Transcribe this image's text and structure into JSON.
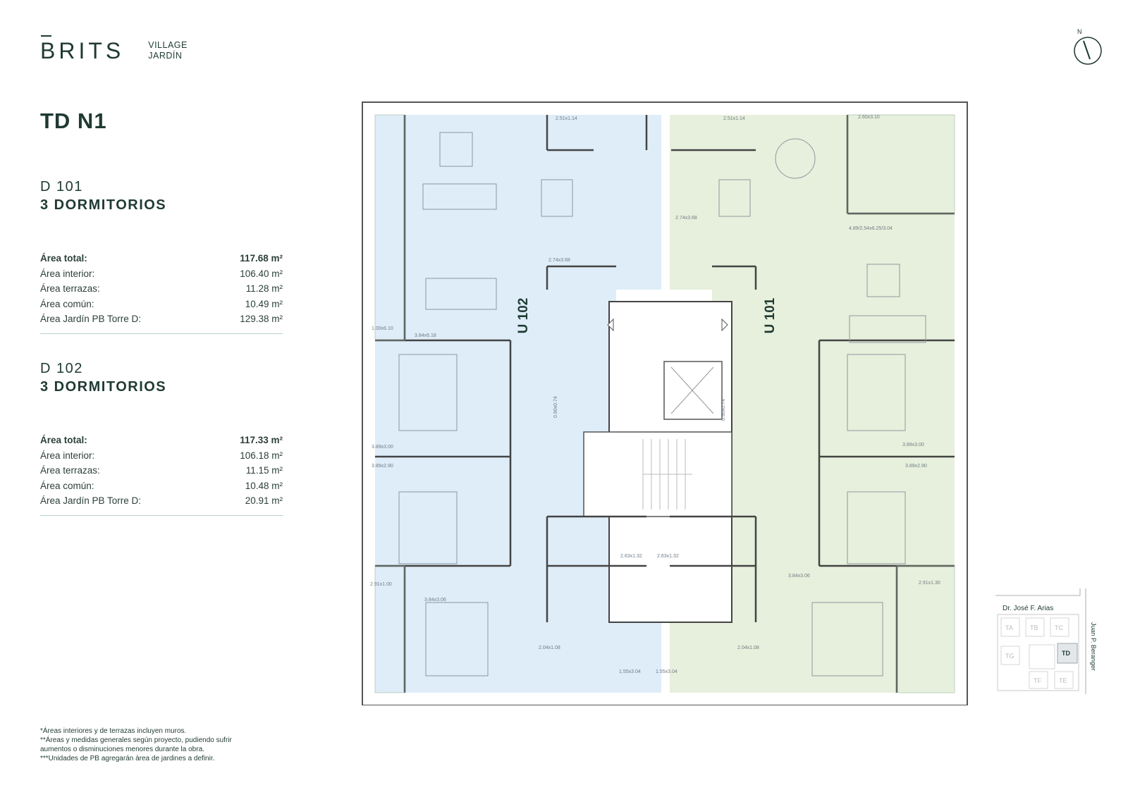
{
  "brand": {
    "name": "BRITS",
    "sub_line1": "VILLAGE",
    "sub_line2": "JARDÍN",
    "logo_color": "#1f3a33"
  },
  "compass": {
    "label": "N"
  },
  "page_title": "TD N1",
  "units": [
    {
      "name": "D 101",
      "rooms": "3 DORMITORIOS",
      "rows": [
        {
          "label": "Área total:",
          "value": "117.68 m²"
        },
        {
          "label": "Área interior:",
          "value": "106.40 m²"
        },
        {
          "label": "Área terrazas:",
          "value": "11.28 m²"
        },
        {
          "label": "Área común:",
          "value": "10.49 m²"
        },
        {
          "label": "Área Jardín PB Torre D:",
          "value": "129.38 m²"
        }
      ]
    },
    {
      "name": "D 102",
      "rooms": "3 DORMITORIOS",
      "rows": [
        {
          "label": "Área total:",
          "value": "117.33 m²"
        },
        {
          "label": "Área interior:",
          "value": "106.18 m²"
        },
        {
          "label": "Área terrazas:",
          "value": "11.15 m²"
        },
        {
          "label": "Área común:",
          "value": "10.48 m²"
        },
        {
          "label": "Área Jardín PB Torre D:",
          "value": "20.91 m²"
        }
      ]
    }
  ],
  "footnotes": "*Áreas interiores y de terrazas incluyen muros.\n**Áreas y medidas generales según proyecto, pudiendo sufrir\naumentos o disminuciones menores durante la obra.\n***Unidades de PB agregarán área de jardines a definir.",
  "plan": {
    "u102_label": "U 102",
    "u101_label": "U 101",
    "u102_color": "#deedf8",
    "u101_color": "#e7f0dc",
    "dims": {
      "d1": "2.51x1.14",
      "d2": "2.51x1.14",
      "d3": "2.60x3.10",
      "d4": "2.74x3.68",
      "d5": "2.74x3.68",
      "d6": "4.89/2.54x6.25/3.04",
      "d7": "1.00x6.10",
      "d8": "3.84x6.18",
      "d9": "0.90x0.74",
      "d10": "0.90x0.74",
      "d11": "3.89x3.00",
      "d12": "3.89x3.00",
      "d13": "3.89x2.90",
      "d14": "3.89x2.90",
      "d15": "2.63x1.32",
      "d16": "2.63x1.32",
      "d17": "2.91x1.00",
      "d18": "3.84x3.06",
      "d19": "3.84x3.06",
      "d20": "2.91x1.30",
      "d21": "2.04x1.08",
      "d22": "2.04x1.08",
      "d23": "1.55x3.04",
      "d24": "1.55x3.04"
    }
  },
  "keymap": {
    "street_top": "Dr. José F. Arias",
    "street_right": "Juan P. Beranger",
    "towers": [
      "TA",
      "TB",
      "TC",
      "TG",
      "TD",
      "TF",
      "TE"
    ],
    "active": "TD"
  }
}
